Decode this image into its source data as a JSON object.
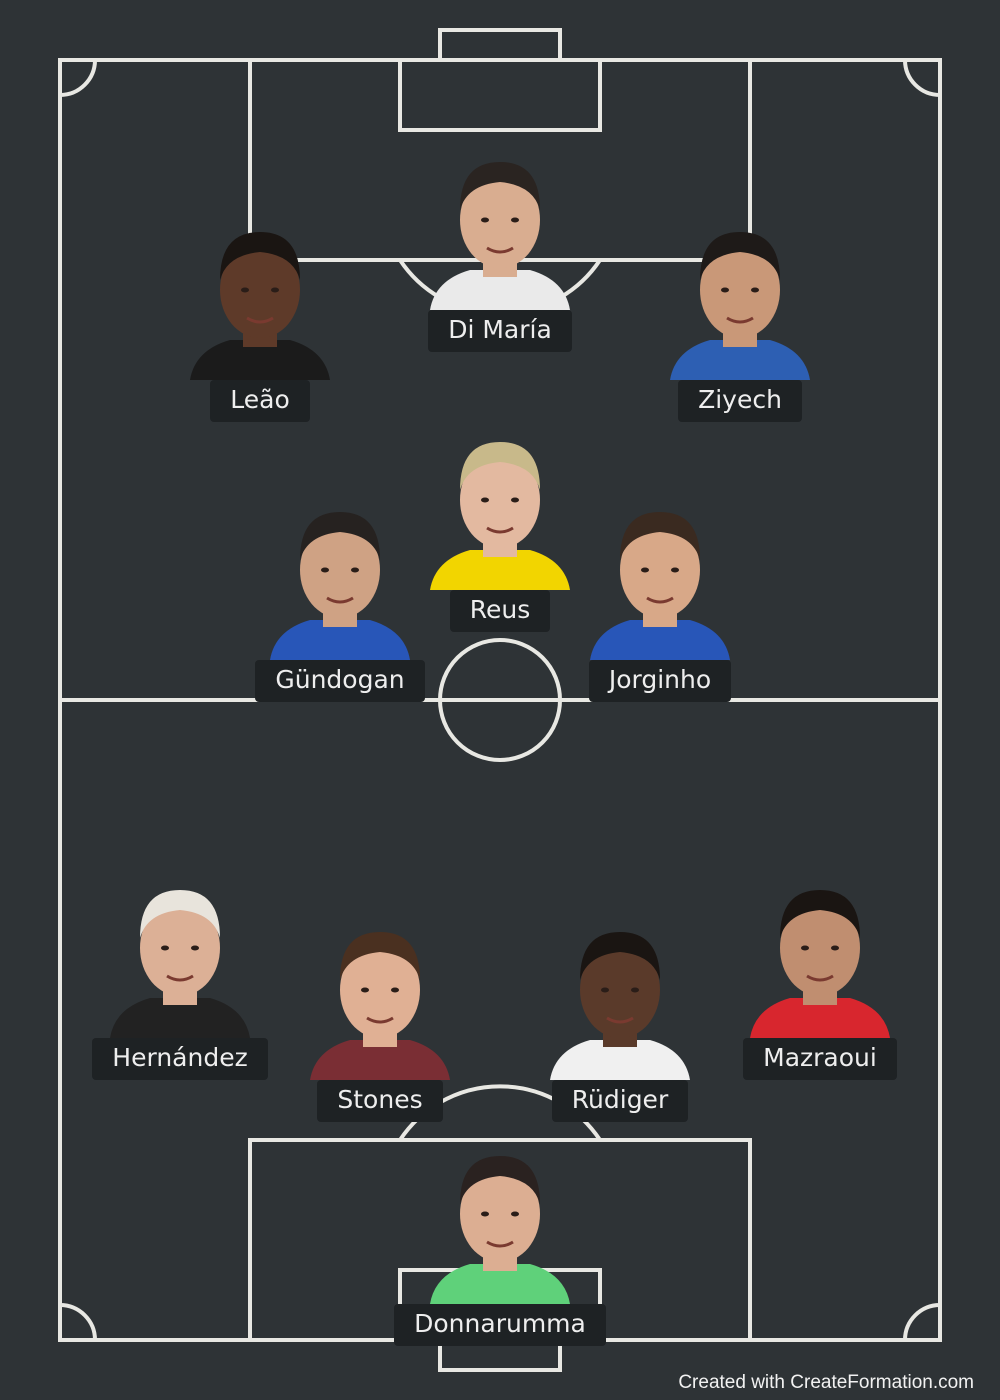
{
  "players": [
    {
      "name": "Di María",
      "skin": "#d9ad90",
      "hair": "#2a2421",
      "shirt": "#eaeaea"
    },
    {
      "name": "Leão",
      "skin": "#5e3a29",
      "hair": "#1a1512",
      "shirt": "#1b1b1b"
    },
    {
      "name": "Ziyech",
      "skin": "#c99878",
      "hair": "#1e1a18",
      "shirt": "#2d5fb3"
    },
    {
      "name": "Reus",
      "skin": "#e3b9a0",
      "hair": "#c8b98a",
      "shirt": "#f2d500"
    },
    {
      "name": "Gündogan",
      "skin": "#cfa284",
      "hair": "#262220",
      "shirt": "#2856b8"
    },
    {
      "name": "Jorginho",
      "skin": "#d8a888",
      "hair": "#3a2a20",
      "shirt": "#2856b8"
    },
    {
      "name": "Hernández",
      "skin": "#dcb096",
      "hair": "#e8e4dc",
      "shirt": "#222222"
    },
    {
      "name": "Stones",
      "skin": "#e0b094",
      "hair": "#4a3020",
      "shirt": "#7a2e34"
    },
    {
      "name": "Rüdiger",
      "skin": "#5a3a2a",
      "hair": "#1a1512",
      "shirt": "#f0f0f0"
    },
    {
      "name": "Mazraoui",
      "skin": "#c08e70",
      "hair": "#1a1512",
      "shirt": "#d8262e"
    },
    {
      "name": "Donnarumma",
      "skin": "#dcae92",
      "hair": "#2a2220",
      "shirt": "#5fd17a"
    }
  ],
  "credit": "Created with CreateFormation.com",
  "colors": {
    "pitch": "#2e3336",
    "lines": "#e8e8e3",
    "label_bg": "#1e2224"
  }
}
